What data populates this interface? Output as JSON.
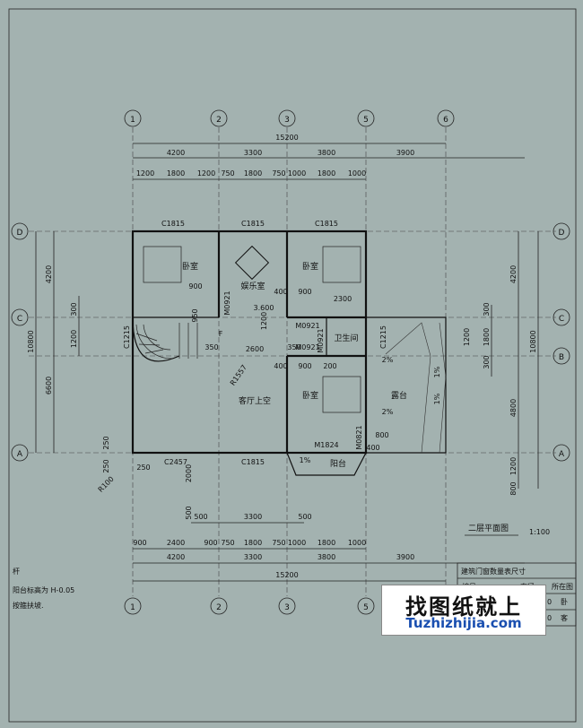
{
  "axes": {
    "grid_x": [
      "1",
      "2",
      "3",
      "5",
      "6"
    ],
    "grid_y": [
      "D",
      "C",
      "B",
      "A"
    ]
  },
  "dims": {
    "top_total": "15200",
    "top_spans": [
      "4200",
      "3300",
      "3800",
      "3900"
    ],
    "top_sub": [
      "1200",
      "1800",
      "1200",
      "750",
      "1800",
      "750",
      "1000",
      "1800",
      "1000"
    ],
    "bottom_total": "15200",
    "bottom_spans": [
      "4200",
      "3300",
      "3800",
      "3900"
    ],
    "bottom_sub": [
      "900",
      "2400",
      "900",
      "750",
      "1800",
      "750",
      "1000",
      "1800",
      "1000"
    ],
    "balcony_500_l": "500",
    "balcony_3300": "3300",
    "balcony_500_r": "500",
    "left_total": "10800",
    "left_4200": "4200",
    "left_6600": "6600",
    "left_300": "300",
    "left_1200": "1200",
    "right_total": "10800",
    "right_4200": "4200",
    "right_4800": "4800",
    "right_1200": "1200",
    "right_800": "800",
    "right_300a": "300",
    "right_1800": "1800",
    "right_300b": "300",
    "rb_1200": "1200",
    "rb_1800": "1800",
    "left_250a": "250",
    "left_250b": "250",
    "left_250c": "250",
    "left_2000": "2000",
    "left_500": "500"
  },
  "windows": {
    "c1815_a": "C1815",
    "c1815_b": "C1815",
    "c1815_c": "C1815",
    "c1815_d": "C1815",
    "c2457": "C2457",
    "c1215_l": "C1215",
    "c1215_r": "C1215"
  },
  "doors": {
    "m0921": "M0921",
    "m0921b": "M0921",
    "m0921c": "M0921",
    "m0921d": "M0921",
    "m0821": "M0821",
    "m1824": "M1824"
  },
  "rooms": {
    "bed1": "卧室",
    "rec": "娱乐室",
    "bed2": "卧室",
    "bath": "卫生间",
    "bed3": "卧室",
    "void": "客厅上空",
    "terrace": "露台",
    "balcony": "阳台"
  },
  "labels": {
    "elev": "3.600",
    "d900a": "900",
    "d1200a": "1200",
    "d400a": "400",
    "d900b": "900",
    "d2300": "2300",
    "d350": "350",
    "d2600": "2600",
    "d350b": "350",
    "d400b": "400",
    "d900c": "900",
    "d200": "200",
    "d400c": "400",
    "d800": "800",
    "r1557": "R1557",
    "r100": "R100",
    "slope1": "2%",
    "slope2": "2%",
    "slope3": "1%",
    "slope4": "1%",
    "slope5": "1%",
    "d950": "950",
    "f_label": "F"
  },
  "title": {
    "main": "二层平面图",
    "scale": "1:100"
  },
  "notes": {
    "line1": "杆",
    "line2": "阳台标高为 H-0.05",
    "line3": "按箍扶坡."
  },
  "table": {
    "caption": "建筑门窗数量表尺寸",
    "h1": "编号",
    "h2": "直径",
    "h3": "所在图",
    "c1": "0",
    "c2": "0",
    "c3": "卧",
    "c4": "客"
  },
  "watermark": {
    "cn": "找图纸就上",
    "en": "Tuzhizhijia.com"
  }
}
